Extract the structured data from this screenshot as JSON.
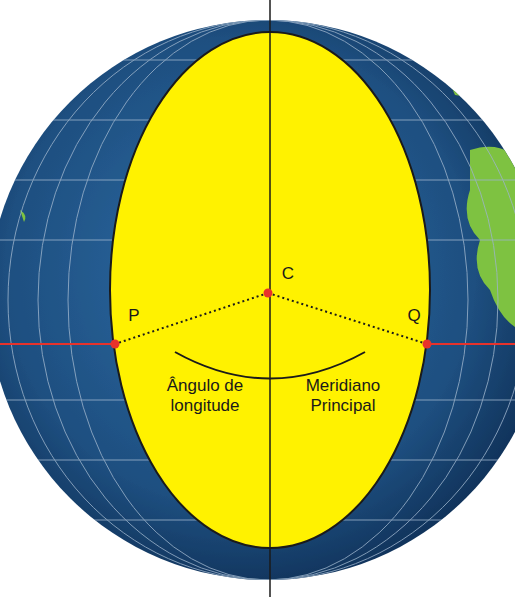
{
  "diagram": {
    "labels": [
      "C",
      "P",
      "Q",
      "Ângulo de longitude",
      "Meridiano Principal"
    ]
  }
}
